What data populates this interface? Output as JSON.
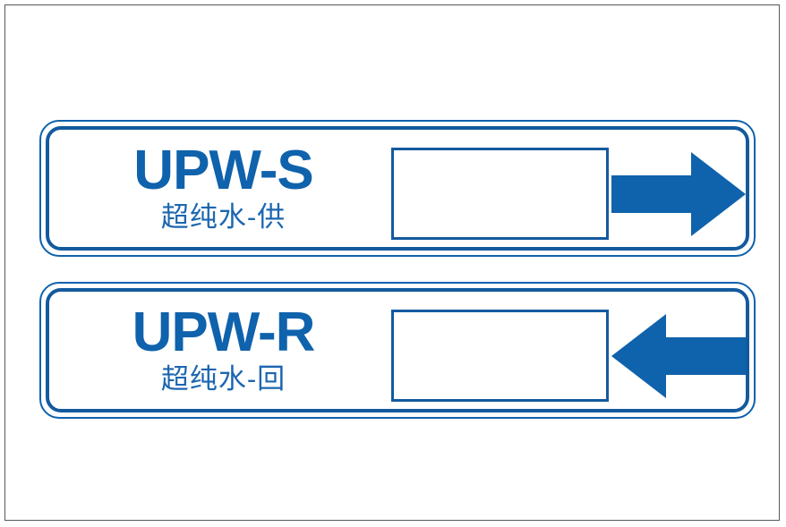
{
  "page": {
    "background_color": "#ffffff",
    "frame_color": "#58585a",
    "accent_color": "#0f62ac",
    "text_color": "#1c66b0"
  },
  "labels": [
    {
      "id": "upw-supply",
      "code": "UPW-S",
      "chinese": "超纯水-供",
      "arrow_direction": "right",
      "arrow_icon": "arrow-right-icon",
      "blank_field_value": ""
    },
    {
      "id": "upw-return",
      "code": "UPW-R",
      "chinese": "超纯水-回",
      "arrow_direction": "left",
      "arrow_icon": "arrow-left-icon",
      "blank_field_value": ""
    }
  ]
}
